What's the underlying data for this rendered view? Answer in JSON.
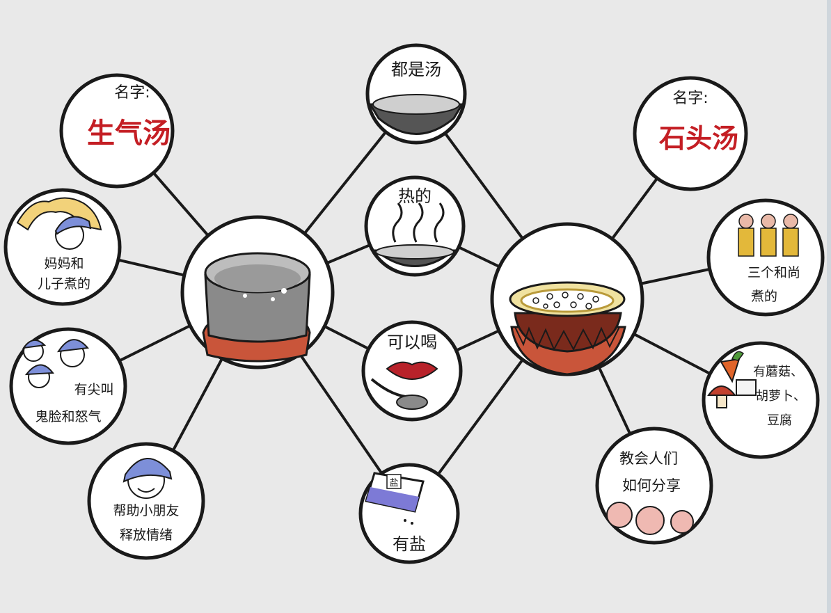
{
  "left_hub": {
    "title_prefix": "名字:",
    "title_name": "生气汤",
    "facts": [
      {
        "line1": "妈妈和",
        "line2": "儿子煮的"
      },
      {
        "line1": "有尖叫",
        "line2": "鬼脸和怒气"
      },
      {
        "line1": "帮助小朋友",
        "line2": "释放情绪"
      }
    ]
  },
  "right_hub": {
    "title_prefix": "名字:",
    "title_name": "石头汤",
    "facts": [
      {
        "line1": "三个和尚",
        "line2": "煮的"
      },
      {
        "line1": "有蘑菇、",
        "line2": "胡萝卜、",
        "line3": "豆腐"
      },
      {
        "line1": "教会人们",
        "line2": "如何分享"
      }
    ]
  },
  "shared": [
    {
      "label": "都是汤"
    },
    {
      "label": "热的"
    },
    {
      "label": "可以喝"
    },
    {
      "label": "有盐"
    }
  ],
  "salt_bag_text": "盐",
  "colors": {
    "line": "#1a1a1a",
    "red_text": "#c41e24",
    "flame": "#c9553a",
    "pot_grey": "#8a8a8a",
    "hat_blue": "#7d8fd9",
    "monk_yellow": "#e3b83a"
  }
}
